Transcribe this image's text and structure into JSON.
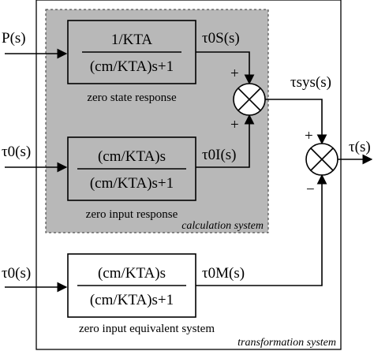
{
  "inputs": {
    "p": "P(s)",
    "tau0_upper": "τ0(s)",
    "tau0_lower": "τ0(s)"
  },
  "output": {
    "tau": "τ(s)"
  },
  "blocks": {
    "zero_state": {
      "numerator": "1/KTA",
      "denominator": "(cm/KTA)s+1",
      "output_signal": "τ0S(s)",
      "caption": "zero state response"
    },
    "zero_input": {
      "numerator": "(cm/KTA)s",
      "denominator": "(cm/KTA)s+1",
      "output_signal": "τ0I(s)",
      "caption": "zero input response"
    },
    "zero_input_equivalent": {
      "numerator": "(cm/KTA)s",
      "denominator": "(cm/KTA)s+1",
      "output_signal": "τ0M(s)",
      "caption": "zero input equivalent system"
    }
  },
  "summing": {
    "first_output": "τsys(s)",
    "signs": {
      "s1_top": "+",
      "s1_bottom": "+",
      "s2_top": "+",
      "s2_bottom": "−"
    }
  },
  "regions": {
    "calculation": "calculation system",
    "transformation": "transformation system"
  },
  "colors": {
    "calculation_fill": "#b8b8b8",
    "line": "#000000",
    "background": "#ffffff"
  }
}
